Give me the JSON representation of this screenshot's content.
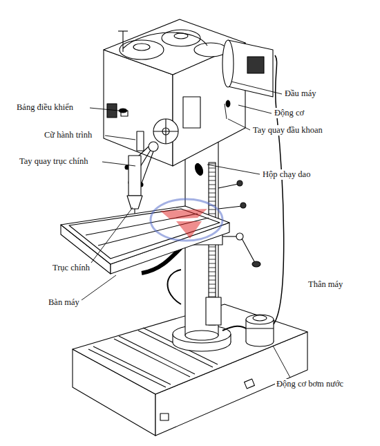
{
  "diagram": {
    "labels": [
      "Đầu máy",
      "Động cơ",
      "Tay quay đầu khoan",
      "Bảng điều khiển",
      "Cữ hành trình",
      "Tay quay trục chính",
      "Hộp chạy dao",
      "Trục chính",
      "Bàn máy",
      "Thân máy",
      "Động cơ bơm nước"
    ]
  }
}
